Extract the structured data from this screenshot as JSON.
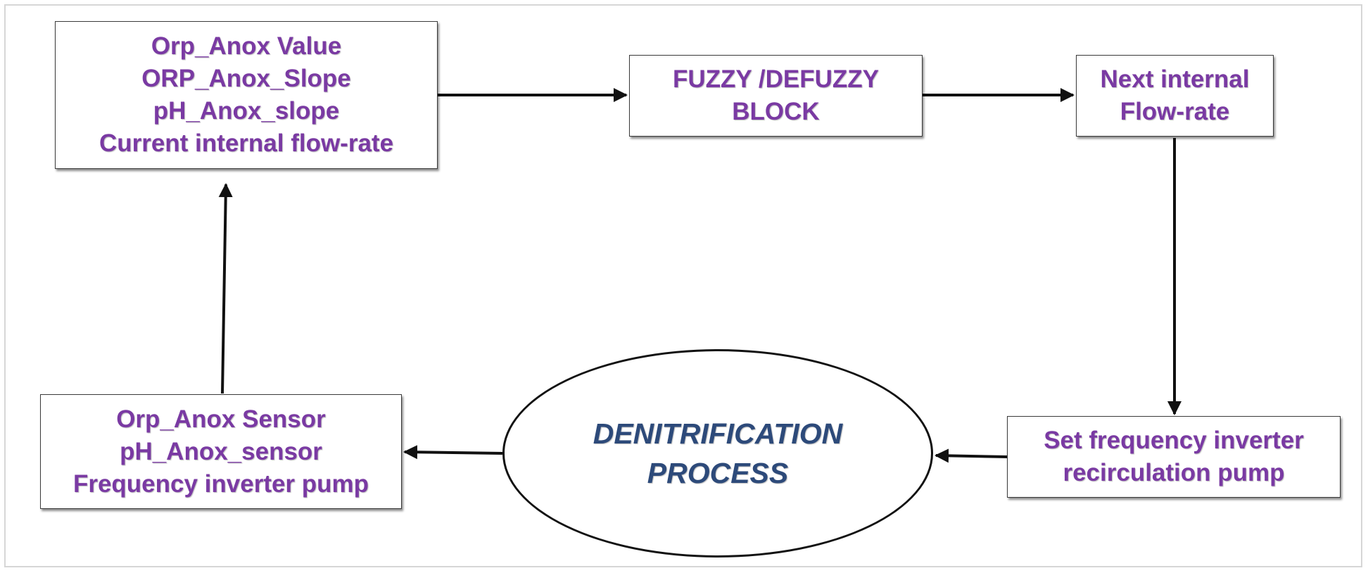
{
  "colors": {
    "node_text": "#7a3aa3",
    "process_text": "#2d4a7a",
    "arrow": "#111111",
    "box_border": "#3a3a3a"
  },
  "nodes": {
    "inputs": {
      "lines": [
        "Orp_Anox Value",
        "ORP_Anox_Slope",
        "pH_Anox_slope",
        "Current internal flow-rate"
      ]
    },
    "fuzzy": {
      "lines": [
        "FUZZY /DEFUZZY",
        "BLOCK"
      ]
    },
    "next_flow": {
      "lines": [
        "Next internal",
        "Flow-rate"
      ]
    },
    "set_frequency": {
      "lines": [
        "Set frequency inverter",
        "recirculation pump"
      ]
    },
    "process": {
      "lines": [
        "DENITRIFICATION",
        "PROCESS"
      ]
    },
    "sensors": {
      "lines": [
        "Orp_Anox Sensor",
        "pH_Anox_sensor",
        "Frequency inverter pump"
      ]
    }
  },
  "edges": [
    {
      "from": "inputs",
      "to": "fuzzy"
    },
    {
      "from": "fuzzy",
      "to": "next_flow"
    },
    {
      "from": "next_flow",
      "to": "set_frequency"
    },
    {
      "from": "set_frequency",
      "to": "process"
    },
    {
      "from": "process",
      "to": "sensors"
    },
    {
      "from": "sensors",
      "to": "inputs"
    }
  ]
}
